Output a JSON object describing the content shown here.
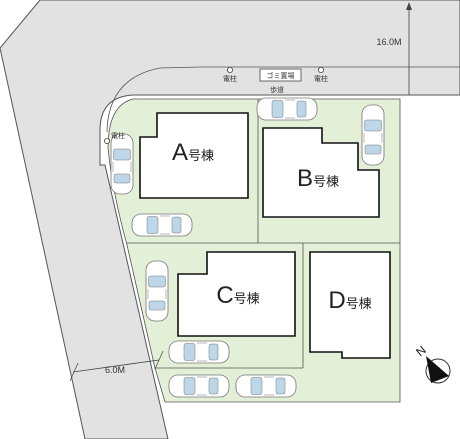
{
  "roads": {
    "north_width": "16.0M",
    "west_width": "6.0M",
    "sidewalk": "歩道"
  },
  "street_items": {
    "pole_label": "電柱",
    "garbage_label": "ゴミ置場"
  },
  "buildings": [
    {
      "letter": "A",
      "suffix": "号棟"
    },
    {
      "letter": "B",
      "suffix": "号棟"
    },
    {
      "letter": "C",
      "suffix": "号棟"
    },
    {
      "letter": "D",
      "suffix": "号棟"
    }
  ],
  "compass": {
    "label": "N"
  },
  "colors": {
    "lot_fill": "#e3efd6",
    "road_fill": "#e2e2e2",
    "car_glass": "#bdd7e8"
  }
}
